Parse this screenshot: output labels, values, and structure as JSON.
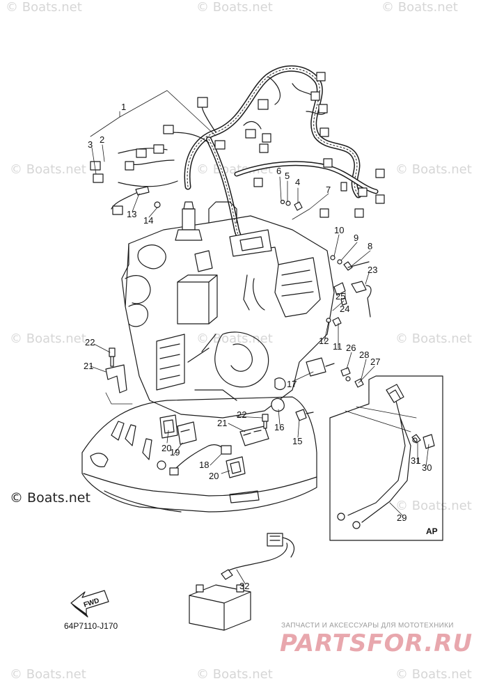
{
  "watermark": {
    "text": "© Boats.net",
    "strong_text": "© Boats.net"
  },
  "callouts": [
    {
      "id": "c1",
      "text": "1"
    },
    {
      "id": "c2",
      "text": "2"
    },
    {
      "id": "c3",
      "text": "3"
    },
    {
      "id": "c4",
      "text": "4"
    },
    {
      "id": "c5",
      "text": "5"
    },
    {
      "id": "c6",
      "text": "6"
    },
    {
      "id": "c7",
      "text": "7"
    },
    {
      "id": "c8",
      "text": "8"
    },
    {
      "id": "c9",
      "text": "9"
    },
    {
      "id": "c10",
      "text": "10"
    },
    {
      "id": "c11",
      "text": "11"
    },
    {
      "id": "c12",
      "text": "12"
    },
    {
      "id": "c13",
      "text": "13"
    },
    {
      "id": "c14",
      "text": "14"
    },
    {
      "id": "c15",
      "text": "15"
    },
    {
      "id": "c16",
      "text": "16"
    },
    {
      "id": "c17",
      "text": "17"
    },
    {
      "id": "c18",
      "text": "18"
    },
    {
      "id": "c19",
      "text": "19"
    },
    {
      "id": "c20a",
      "text": "20"
    },
    {
      "id": "c20b",
      "text": "20"
    },
    {
      "id": "c21a",
      "text": "21"
    },
    {
      "id": "c21b",
      "text": "21"
    },
    {
      "id": "c22a",
      "text": "22"
    },
    {
      "id": "c22b",
      "text": "22"
    },
    {
      "id": "c23",
      "text": "23"
    },
    {
      "id": "c24",
      "text": "24"
    },
    {
      "id": "c25",
      "text": "25"
    },
    {
      "id": "c26",
      "text": "26"
    },
    {
      "id": "c27",
      "text": "27"
    },
    {
      "id": "c28",
      "text": "28"
    },
    {
      "id": "c29",
      "text": "29"
    },
    {
      "id": "c30",
      "text": "30"
    },
    {
      "id": "c31",
      "text": "31"
    },
    {
      "id": "c32",
      "text": "32"
    }
  ],
  "inset_label": "AP",
  "fwd_label": "FWD",
  "diagram_code": "64P7110-J170",
  "shop": {
    "subtitle": "ЗАПЧАСТИ И АКСЕССУАРЫ ДЛЯ МОТОТЕХНИКИ",
    "logo": "PARTSFOR.RU"
  },
  "colors": {
    "line": "#1a1a1a",
    "watermark": "#d6d6d6",
    "shop_logo": "#e8a7ad"
  }
}
